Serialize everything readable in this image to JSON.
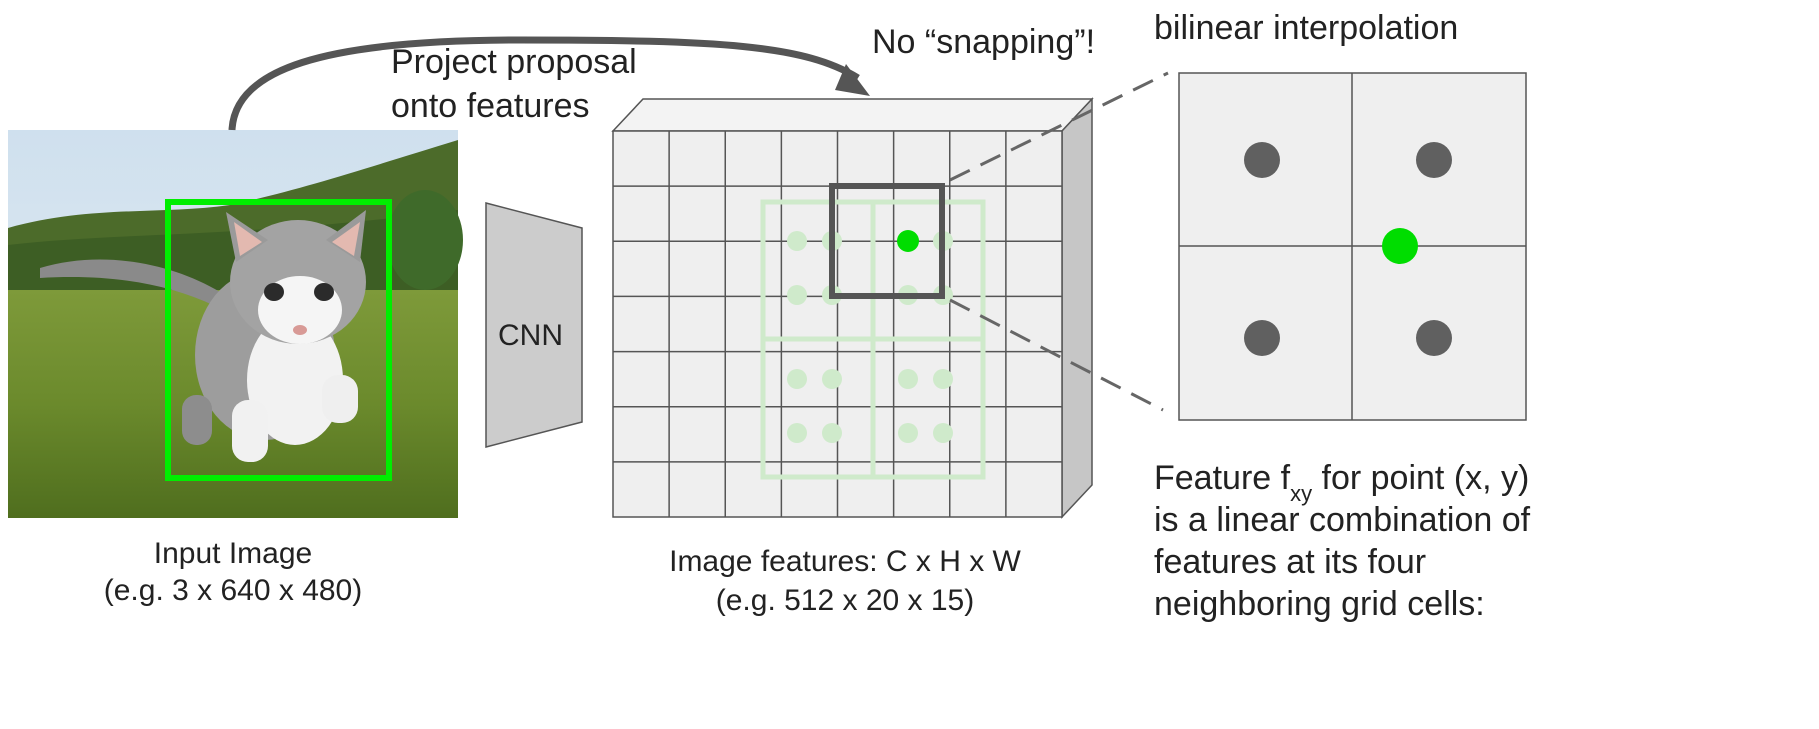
{
  "labels": {
    "project_line1": "Project proposal",
    "project_line2": "onto features",
    "no_snapping": "No “snapping”!",
    "cnn": "CNN",
    "bilinear": "bilinear interpolation",
    "input_caption_1": "Input Image",
    "input_caption_2": "(e.g. 3 x 640 x 480)",
    "features_caption_1": "Image features: C x H x W",
    "features_caption_2": "(e.g. 512 x 20 x 15)",
    "feature_text": {
      "prefix": "Feature f",
      "subscript": "xy",
      "suffix": " for point (x, y)",
      "line2": "is a linear combination of",
      "line3": "features at its four",
      "line4": "neighboring grid cells:"
    }
  },
  "colors": {
    "proposal_box": "#00ee00",
    "sample_point": "#00dd00",
    "faded_grid": "#cfeacb",
    "dark_point": "#606060",
    "arrow": "#555555",
    "grid_line": "#555555",
    "grid_fill": "#efefef"
  },
  "feature_grid": {
    "rows": 7,
    "cols": 8
  },
  "zoom_grid": {
    "rows": 2,
    "cols": 2
  }
}
